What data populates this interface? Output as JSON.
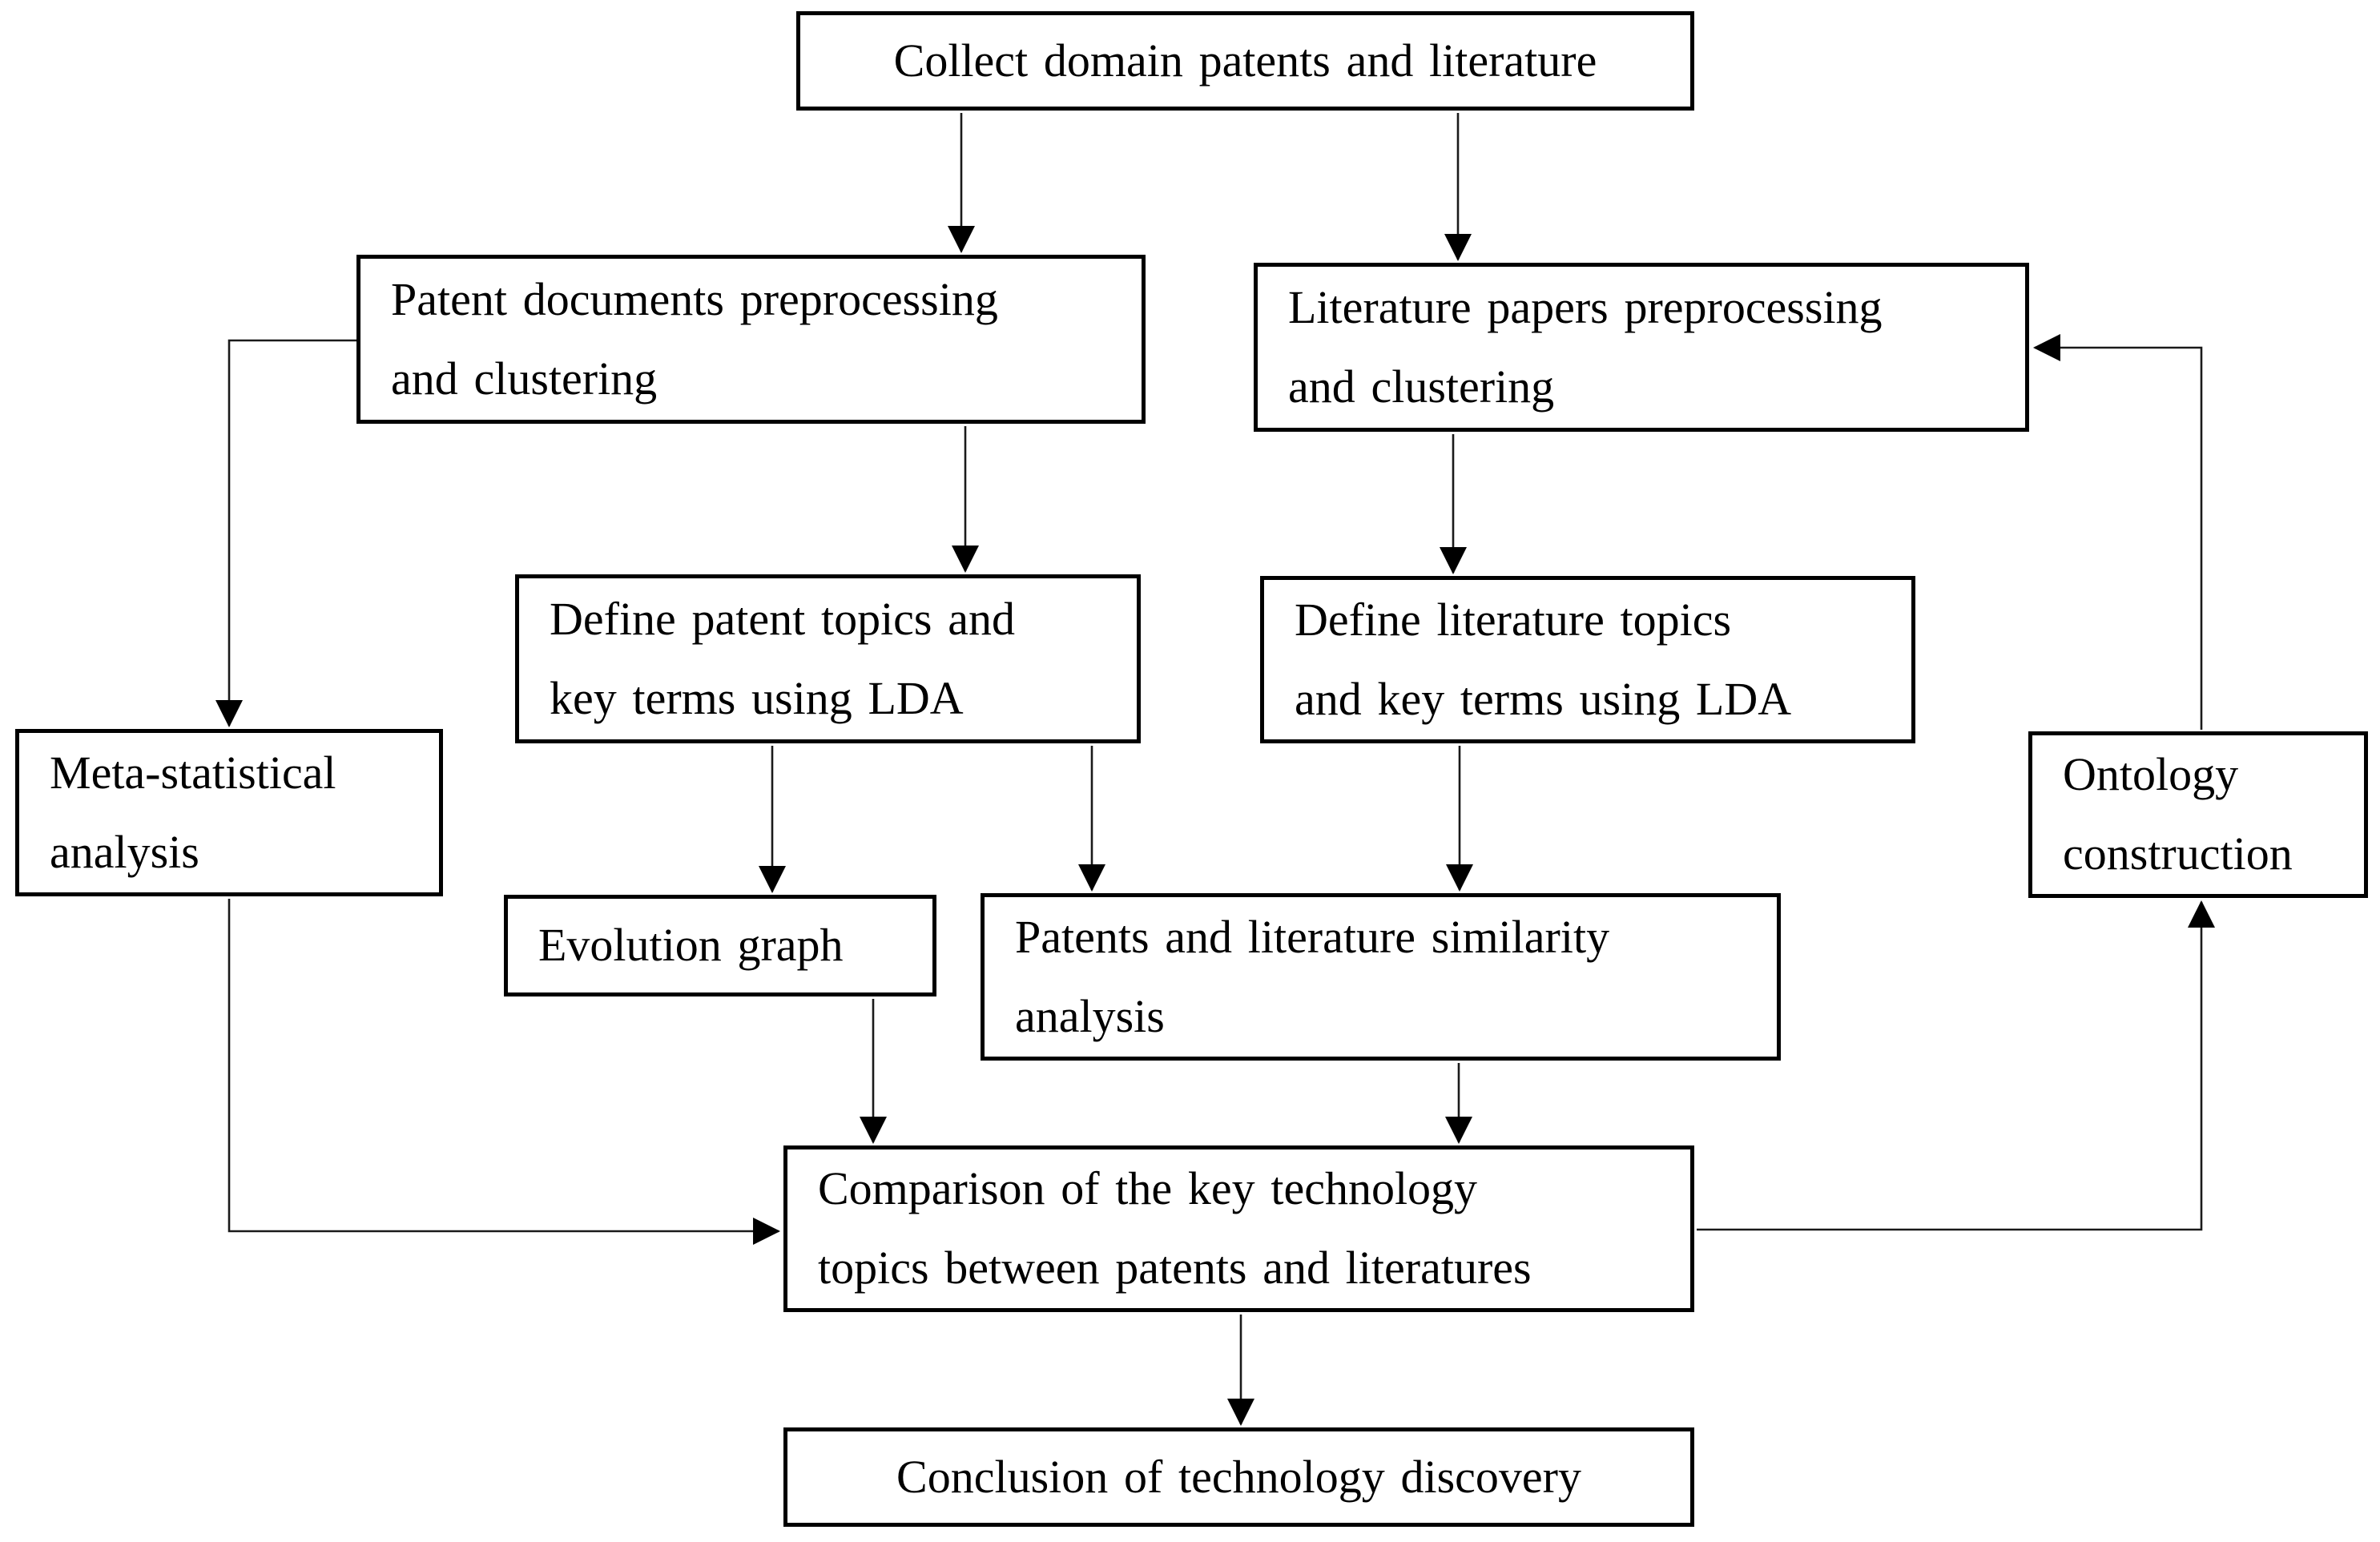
{
  "diagram": {
    "type": "flowchart",
    "background": "#ffffff",
    "box_border_color": "#000000",
    "arrow_color": "#1a1a1a",
    "nodes": {
      "collect": {
        "label": "Collect domain patents and literature"
      },
      "patent_preprocessing": {
        "label": "Patent documents preprocessing\nand clustering"
      },
      "literature_preprocessing": {
        "label": "Literature papers preprocessing\nand clustering"
      },
      "define_patent_topics": {
        "label": "Define patent topics and\nkey terms using LDA"
      },
      "define_literature_topics": {
        "label": "Define literature topics\nand key terms using LDA"
      },
      "meta_statistical": {
        "label": "Meta-statistical\nanalysis"
      },
      "evolution_graph": {
        "label": "Evolution graph"
      },
      "similarity_analysis": {
        "label": "Patents and literature similarity\nanalysis"
      },
      "ontology_construction": {
        "label": "Ontology\nconstruction"
      },
      "comparison": {
        "label": "Comparison of the key technology\ntopics between patents and literatures"
      },
      "conclusion": {
        "label": "Conclusion of technology discovery"
      }
    },
    "edges": [
      {
        "from": "collect",
        "to": "patent_preprocessing"
      },
      {
        "from": "collect",
        "to": "literature_preprocessing"
      },
      {
        "from": "patent_preprocessing",
        "to": "define_patent_topics"
      },
      {
        "from": "literature_preprocessing",
        "to": "define_literature_topics"
      },
      {
        "from": "patent_preprocessing",
        "to": "meta_statistical"
      },
      {
        "from": "define_patent_topics",
        "to": "evolution_graph"
      },
      {
        "from": "define_patent_topics",
        "to": "similarity_analysis"
      },
      {
        "from": "define_literature_topics",
        "to": "similarity_analysis"
      },
      {
        "from": "evolution_graph",
        "to": "comparison"
      },
      {
        "from": "similarity_analysis",
        "to": "comparison"
      },
      {
        "from": "meta_statistical",
        "to": "comparison"
      },
      {
        "from": "comparison",
        "to": "ontology_construction"
      },
      {
        "from": "ontology_construction",
        "to": "literature_preprocessing"
      },
      {
        "from": "comparison",
        "to": "conclusion"
      }
    ]
  }
}
